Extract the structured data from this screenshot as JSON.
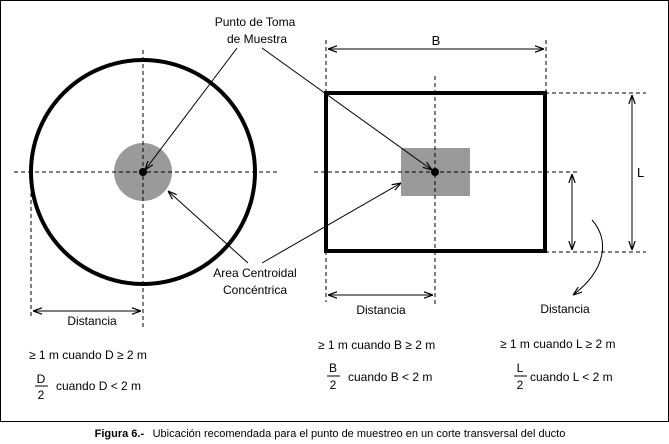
{
  "labels": {
    "punto_line1": "Punto de Toma",
    "punto_line2": "de Muestra",
    "area_line1": "Area Centroidal",
    "area_line2": "Concéntrica",
    "B": "B",
    "L": "L",
    "distancia_left": "Distancia",
    "distancia_mid": "Distancia",
    "distancia_right": "Distancia"
  },
  "conditions": {
    "circle_ge": "≥ 1 m cuando D ≥ 2 m",
    "circle_frac_num": "D",
    "circle_frac_den": "2",
    "circle_lt": "cuando D < 2 m",
    "rect_b_ge": "≥ 1 m cuando B ≥ 2 m",
    "rect_b_frac_num": "B",
    "rect_b_frac_den": "2",
    "rect_b_lt": "cuando B < 2 m",
    "rect_l_ge": "≥ 1 m cuando L ≥ 2 m",
    "rect_l_frac_num": "L",
    "rect_l_frac_den": "2",
    "rect_l_lt": "cuando L < 2 m"
  },
  "caption": {
    "title": "Figura 6.-",
    "text": "Ubicación recomendada para el punto de muestreo en un corte transversal del ducto"
  },
  "colors": {
    "line": "#000000",
    "shaded": "#9a9a9a",
    "background": "#ffffff"
  }
}
